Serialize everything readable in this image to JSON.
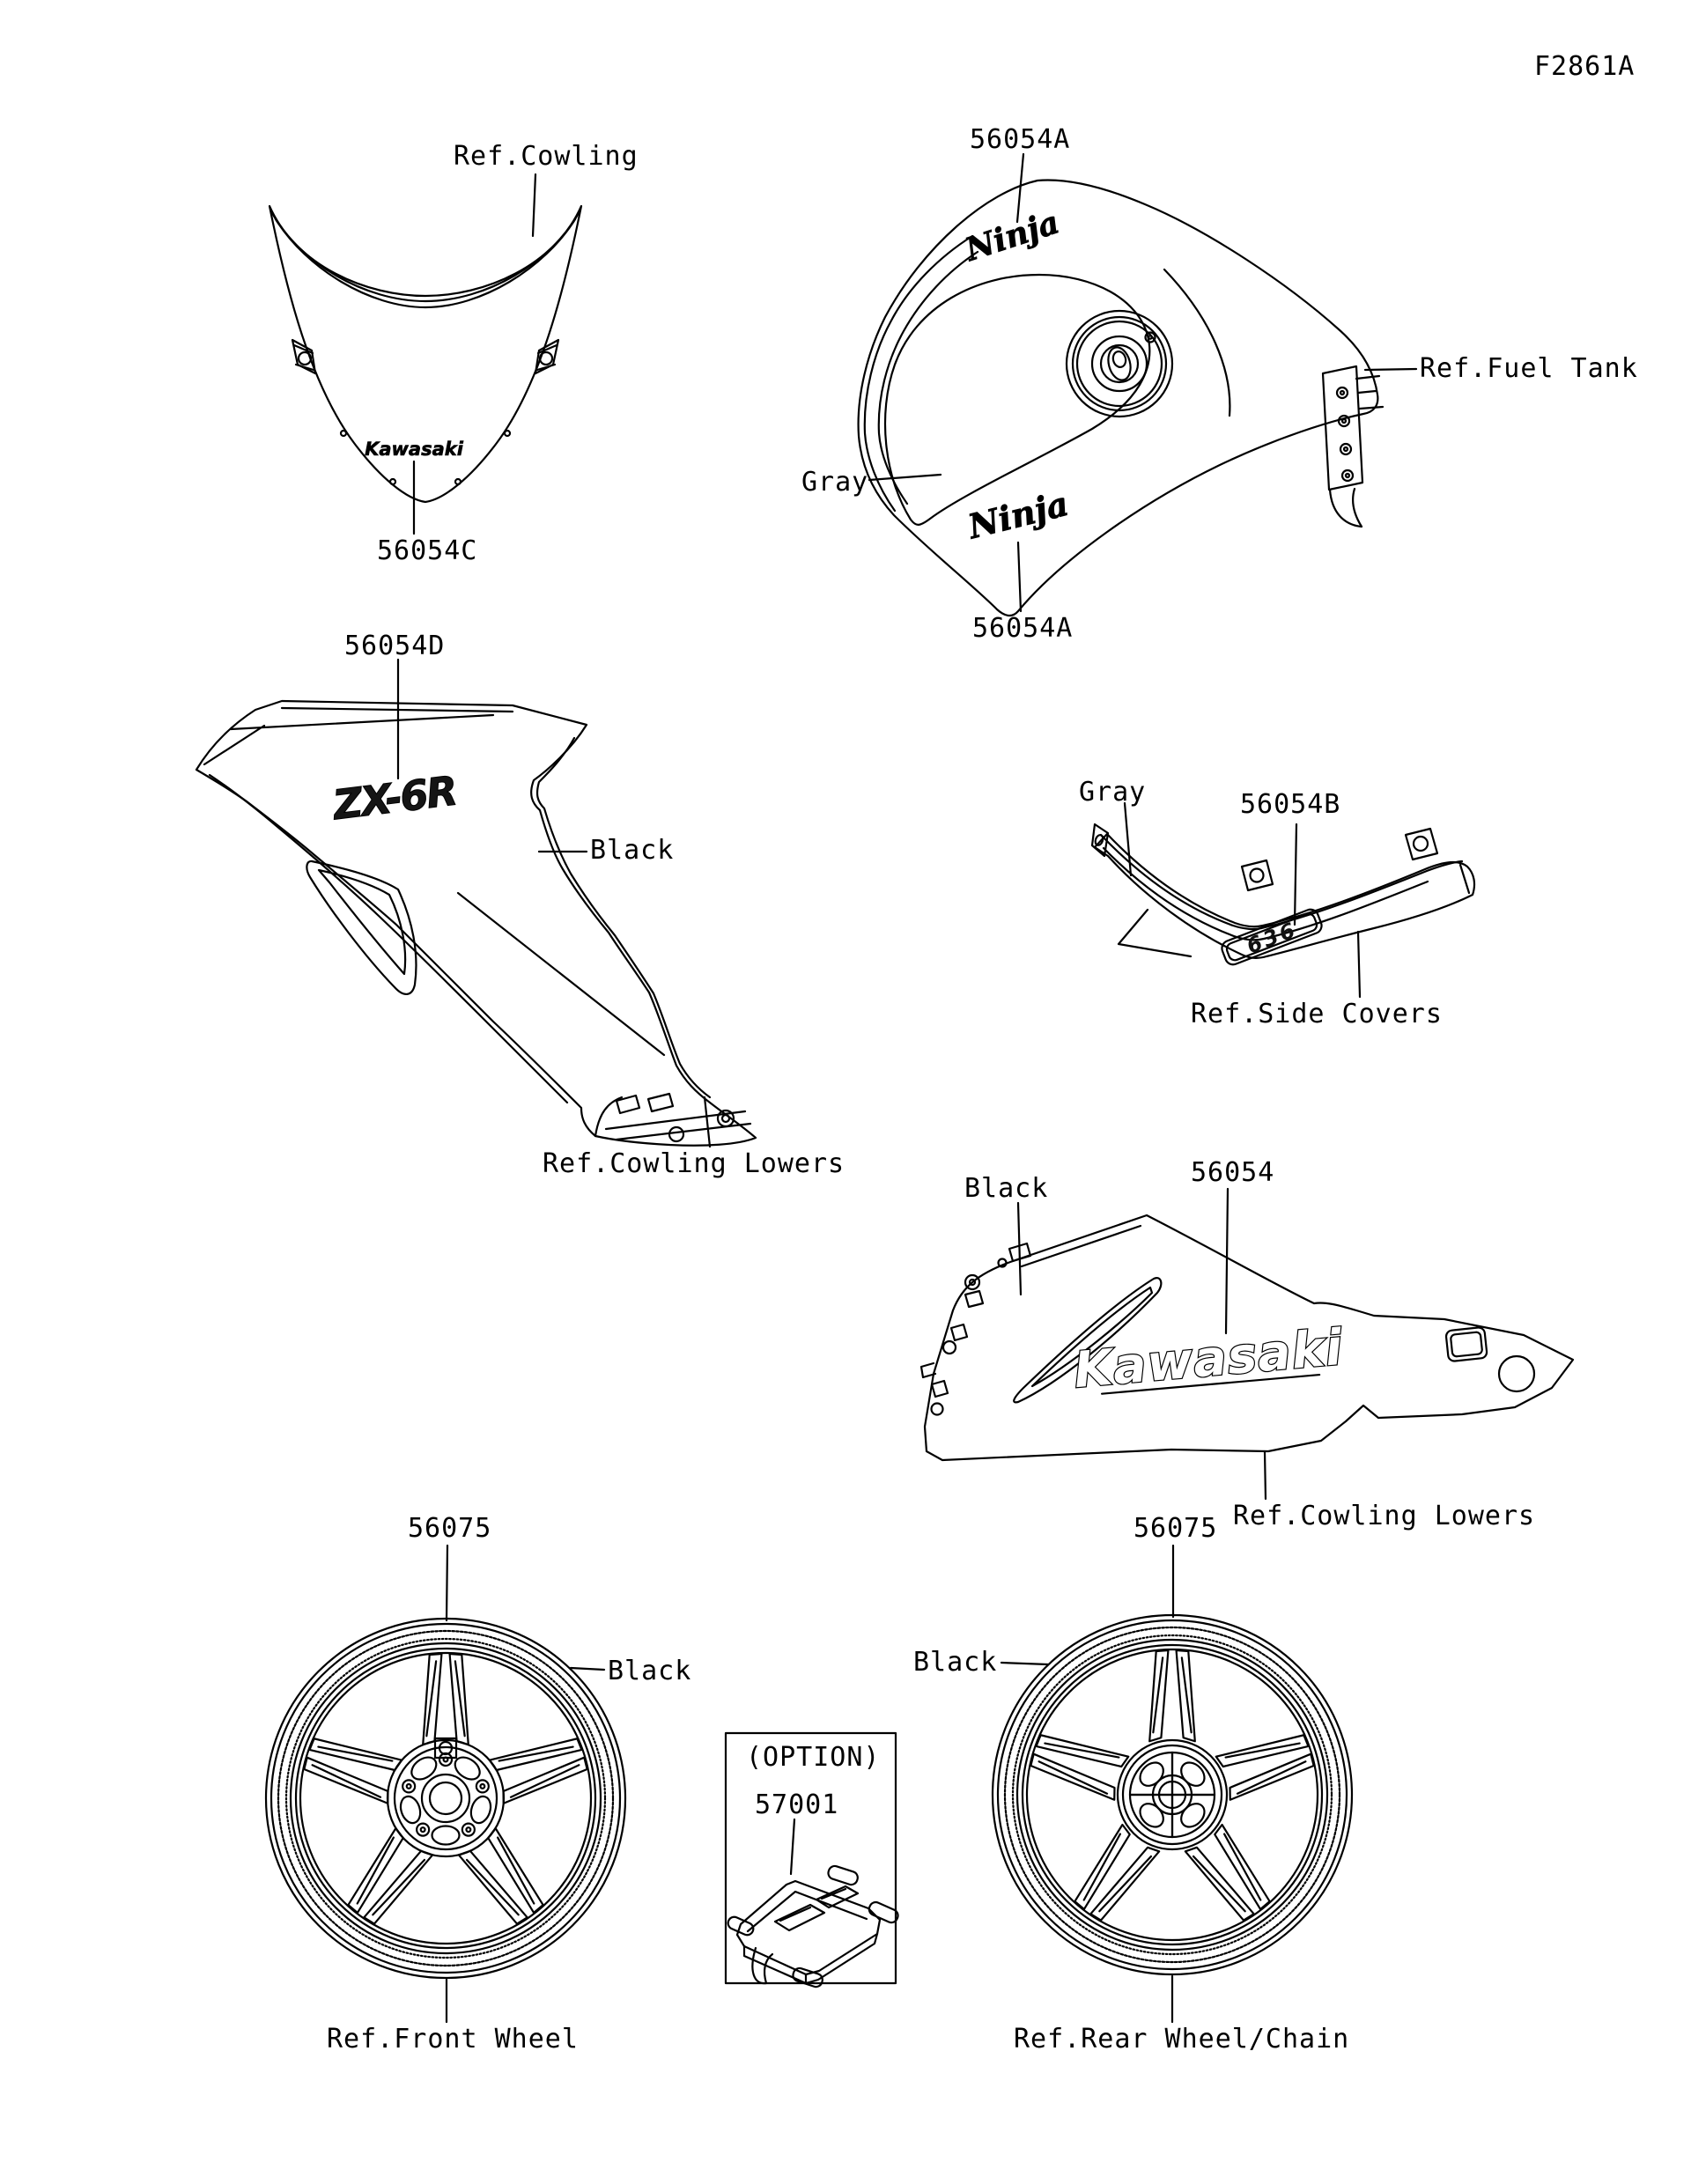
{
  "page": {
    "code": "F2861A",
    "background_color": "#ffffff",
    "line_color": "#000000",
    "type": "parts-catalog-decal-diagram"
  },
  "sections": {
    "windscreen": {
      "ref_label": "Ref.Cowling",
      "part_number": "56054C",
      "decal": "Kawasaki"
    },
    "fuel_tank": {
      "ref_label": "Ref.Fuel Tank",
      "part_number_top": "56054A",
      "part_number_bottom": "56054A",
      "color_label": "Gray",
      "decal_top": "Ninja",
      "decal_bottom": "Ninja"
    },
    "upper_cowling": {
      "part_number": "56054D",
      "color_label": "Black",
      "ref_label": "Ref.Cowling Lowers",
      "decal": "ZX-6R"
    },
    "side_cover": {
      "part_number": "56054B",
      "color_label": "Gray",
      "ref_label": "Ref.Side Covers",
      "decal": "636"
    },
    "lower_cowling": {
      "part_number": "56054",
      "color_label": "Black",
      "ref_label": "Ref.Cowling Lowers",
      "decal": "Kawasaki"
    },
    "front_wheel": {
      "part_number": "56075",
      "color_label": "Black",
      "ref_label": "Ref.Front Wheel"
    },
    "rear_wheel": {
      "part_number": "56075",
      "color_label": "Black",
      "ref_label": "Ref.Rear Wheel/Chain"
    },
    "option": {
      "title": "(OPTION)",
      "part_number": "57001"
    }
  }
}
